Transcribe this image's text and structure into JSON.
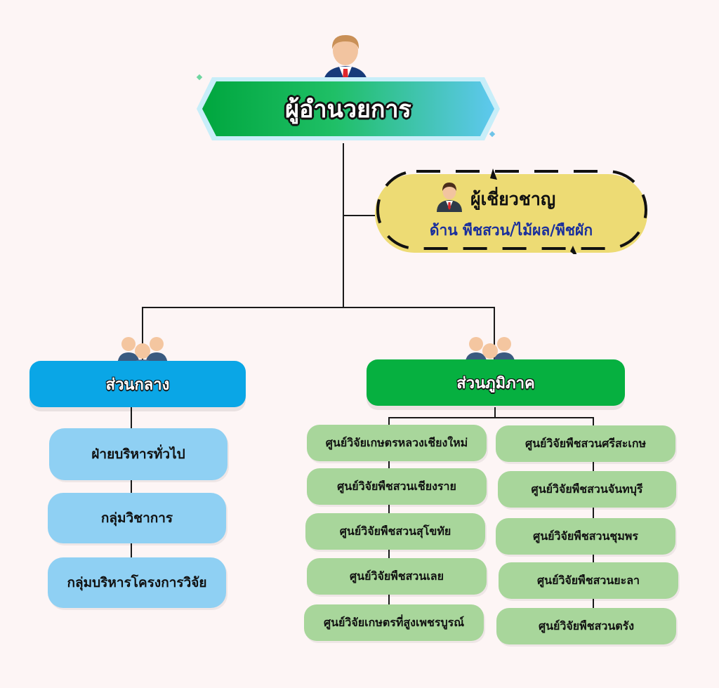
{
  "director": {
    "title": "ผู้อำนวยการ"
  },
  "expert": {
    "title": "ผู้เชี่ยวชาญ",
    "subtitle": "ด้าน พืชสวน/ไม้ผล/พืชผัก"
  },
  "central": {
    "title": "ส่วนกลาง",
    "units": [
      "ฝ่ายบริหารทั่วไป",
      "กลุ่มวิชาการ",
      "กลุ่มบริหารโครงการวิจัย"
    ]
  },
  "regional": {
    "title": "ส่วนภูมิภาค",
    "left_units": [
      "ศูนย์วิจัยเกษตรหลวงเชียงใหม่",
      "ศูนย์วิจัยพืชสวนเชียงราย",
      "ศูนย์วิจัยพืชสวนสุโขทัย",
      "ศูนย์วิจัยพืชสวนเลย",
      "ศูนย์วิจัยเกษตรที่สูงเพชรบูรณ์"
    ],
    "right_units": [
      "ศูนย์วิจัยพืชสวนศรีสะเกษ",
      "ศูนย์วิจัยพืชสวนจันทบุรี",
      "ศูนย์วิจัยพืชสวนชุมพร",
      "ศูนย์วิจัยพืชสวนยะลา",
      "ศูนย์วิจัยพืชสวนตรัง"
    ]
  },
  "colors": {
    "background": "#fdf5f5",
    "central_header": "#0aa6e6",
    "regional_header": "#06b040",
    "central_units": "#8fd0f3",
    "regional_units": "#a8d69b",
    "expert_box": "#eddb74"
  },
  "icons": [
    "businessman-icon",
    "expert-icon",
    "group-icon"
  ]
}
